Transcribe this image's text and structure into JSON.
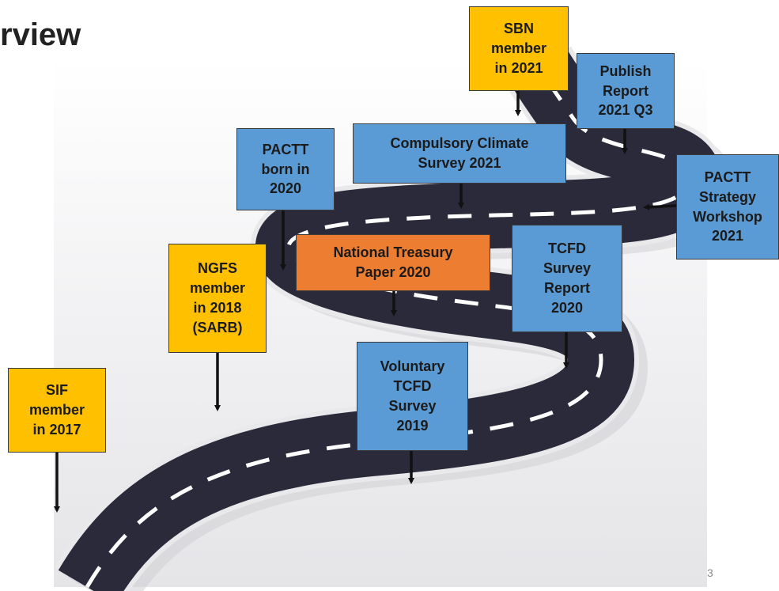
{
  "slide": {
    "title": "rview",
    "page_number": "3"
  },
  "colors": {
    "yellow": "#FFC000",
    "blue": "#5B9BD5",
    "orange": "#ED7D31",
    "road": "#2B2A3A",
    "road_edge": "#E9E9EC",
    "lane": "#FFFFFF"
  },
  "milestones": {
    "sbn": "SBN\nmember\nin 2021",
    "publish": "Publish\nReport\n2021 Q3",
    "climate": "Compulsory Climate\nSurvey 2021",
    "pactt_born": "PACTT\nborn in\n2020",
    "workshop": "PACTT\nStrategy\nWorkshop\n2021",
    "treasury": "National Treasury\nPaper 2020",
    "tcfd_report": "TCFD\nSurvey\nReport\n2020",
    "ngfs": "NGFS\nmember\nin  2018\n(SARB)",
    "voluntary": "Voluntary\nTCFD\nSurvey\n2019",
    "sif": "SIF\nmember\nin 2017"
  }
}
